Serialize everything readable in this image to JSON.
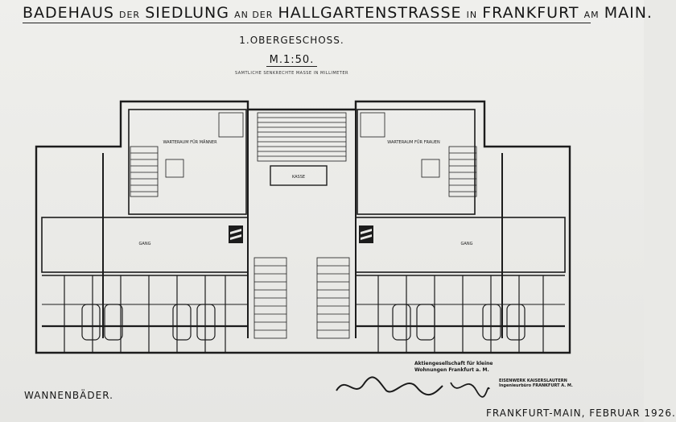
{
  "header": {
    "w1": "BADEHAUS",
    "w2": "DER",
    "w3": "SIEDLUNG",
    "w4": "AN DER",
    "w5": "HALLGARTENSTRASSE",
    "w6": "IN",
    "w7": "FRANKFURT",
    "w8": "AM",
    "w9": "MAIN."
  },
  "floor_label": "1.OBERGESCHOSS.",
  "scale_label": "M.1:50.",
  "scale_note": "SAMTLICHE SENKRECHTE MASSE IN MILLIMETER",
  "rooms": {
    "waiting_men": "WARTERAUM FÜR MÄNNER",
    "waiting_women": "WARTERAUM FÜR FRAUEN",
    "corridor_left": "GANG",
    "corridor_right": "GANG",
    "cashier": "KASSE"
  },
  "caption": "WANNENBÄDER.",
  "date": "FRANKFURT-MAIN, FEBRUAR 1926.",
  "stamp_org": "Aktiengesellschaft für kleine Wohnungen Frankfurt a. M.",
  "stamp_firm": "EISENWERK KAISERSLAUTERN Ingenieurbüro FRANKFURT A. M."
}
